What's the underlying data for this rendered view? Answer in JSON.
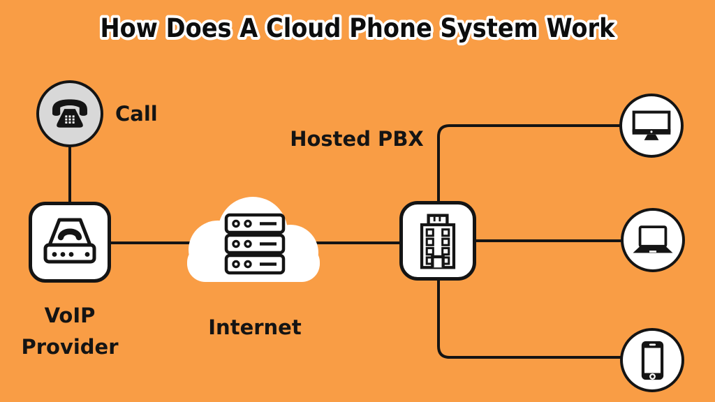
{
  "title": "How Does A Cloud Phone System Work",
  "colors": {
    "background": "#F99D45",
    "ink": "#141414",
    "node_fill": "#FFFFFF",
    "call_circle_fill": "#D8D8D8",
    "title_fill": "#0D0D0D",
    "title_outline": "#FFFFFF"
  },
  "nodes": {
    "call": {
      "label": "Call",
      "icon": "telephone-icon"
    },
    "voip_provider": {
      "label_line1": "VoIP",
      "label_line2": "Provider",
      "icon": "voip-device-icon"
    },
    "internet": {
      "label": "Internet",
      "icon": "cloud-server-icon"
    },
    "hosted_pbx": {
      "label": "Hosted PBX",
      "icon": "office-building-icon"
    },
    "desktop": {
      "icon": "desktop-monitor-icon"
    },
    "laptop": {
      "icon": "laptop-icon"
    },
    "smartphone": {
      "icon": "smartphone-icon"
    }
  },
  "connections": [
    {
      "from": "call",
      "to": "voip_provider"
    },
    {
      "from": "voip_provider",
      "to": "internet"
    },
    {
      "from": "internet",
      "to": "hosted_pbx"
    },
    {
      "from": "hosted_pbx",
      "to": "desktop"
    },
    {
      "from": "hosted_pbx",
      "to": "laptop"
    },
    {
      "from": "hosted_pbx",
      "to": "smartphone"
    }
  ]
}
